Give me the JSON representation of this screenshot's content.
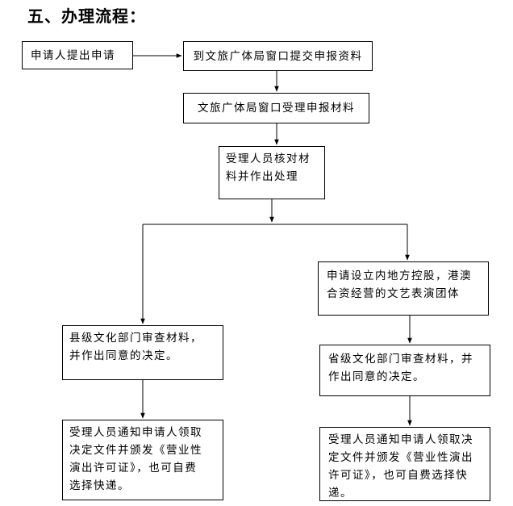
{
  "heading": "五、办理流程：",
  "steps": {
    "apply": "申请人提出申请",
    "submit": "到文旅广体局窗口提交申报资料",
    "accept": "文旅广体局窗口受理申报材料",
    "verify": [
      "受理人员核对材",
      "料并作出处理"
    ],
    "special_case": [
      "申请设立内地方控股，港澳",
      "合资经营的文艺表演团体"
    ],
    "county_review": [
      "县级文化部门审查材料，",
      "并作出同意的决定。"
    ],
    "province_review": [
      "省级文化部门审查材料，并",
      "作出同意的决定。"
    ],
    "notify_left": [
      "受理人员通知申请人领取",
      "决定文件并颁发《营业性",
      "演出许可证》，也可自费",
      "选择快递。"
    ],
    "notify_right": [
      "受理人员通知申请人领取决",
      "定文件并颁发《营业性演出",
      "许可证》，也可自费选择快",
      "递。"
    ]
  }
}
